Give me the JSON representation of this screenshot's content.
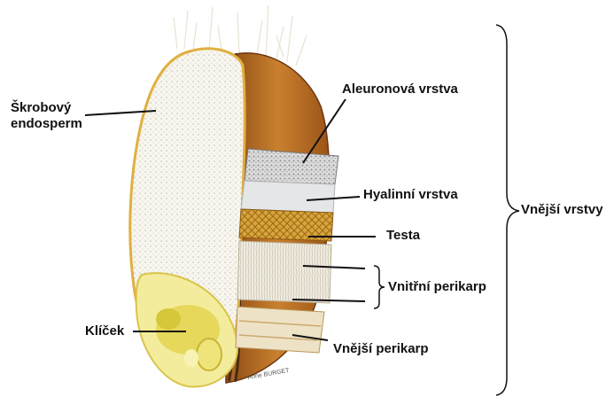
{
  "labels": {
    "starchy_endosperm_line1": "Škrobový",
    "starchy_endosperm_line2": "endosperm",
    "germ": "Klíček",
    "aleurone": "Aleuronová vrstva",
    "hyaline": "Hyalinní vrstva",
    "testa": "Testa",
    "inner_pericarp": "Vnitřní perikarp",
    "outer_pericarp": "Vnější perikarp",
    "outer_layers": "Vnější vrstvy"
  },
  "credit": "Anne BURGET",
  "colors": {
    "endosperm": "#f6f3ea",
    "hull": "#c47a2a",
    "hull_dark": "#7a3f10",
    "germ": "#efe07a",
    "testa": "#d8a23a"
  }
}
